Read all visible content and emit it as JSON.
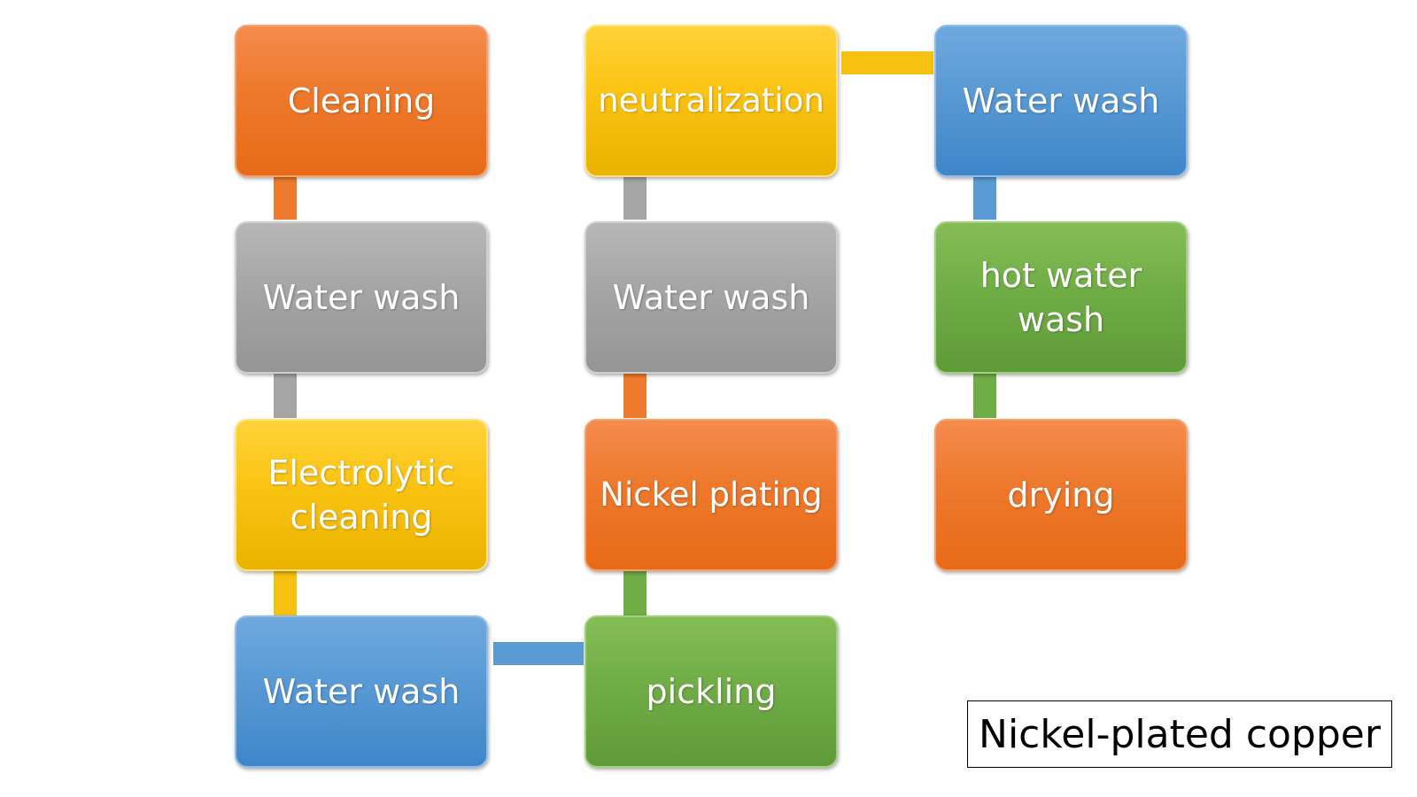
{
  "steps": [
    {
      "label": "Cleaning",
      "color": "orange"
    },
    {
      "label": "Water wash",
      "color": "gray"
    },
    {
      "label": "Electrolytic cleaning",
      "color": "yellow"
    },
    {
      "label": "Water wash",
      "color": "blue"
    },
    {
      "label": "pickling",
      "color": "green"
    },
    {
      "label": "Nickel plating",
      "color": "orange"
    },
    {
      "label": "Water wash",
      "color": "gray"
    },
    {
      "label": "neutralization",
      "color": "yellow"
    },
    {
      "label": "Water wash",
      "color": "blue"
    },
    {
      "label": "hot water wash",
      "color": "green"
    },
    {
      "label": "drying",
      "color": "orange"
    }
  ],
  "connectors": [
    {
      "from": 0,
      "to": 1,
      "color": "orange"
    },
    {
      "from": 1,
      "to": 2,
      "color": "gray"
    },
    {
      "from": 2,
      "to": 3,
      "color": "yellow"
    },
    {
      "from": 3,
      "to": 4,
      "color": "blue"
    },
    {
      "from": 4,
      "to": 5,
      "color": "green"
    },
    {
      "from": 5,
      "to": 6,
      "color": "orange"
    },
    {
      "from": 6,
      "to": 7,
      "color": "gray"
    },
    {
      "from": 7,
      "to": 8,
      "color": "yellow"
    },
    {
      "from": 8,
      "to": 9,
      "color": "blue"
    },
    {
      "from": 9,
      "to": 10,
      "color": "green"
    }
  ],
  "caption": "Nickel-plated copper",
  "colors": {
    "orange": "#ED7D31",
    "gray": "#A5A5A5",
    "yellow": "#FFC000",
    "blue": "#5B9BD5",
    "green": "#70AD47"
  }
}
